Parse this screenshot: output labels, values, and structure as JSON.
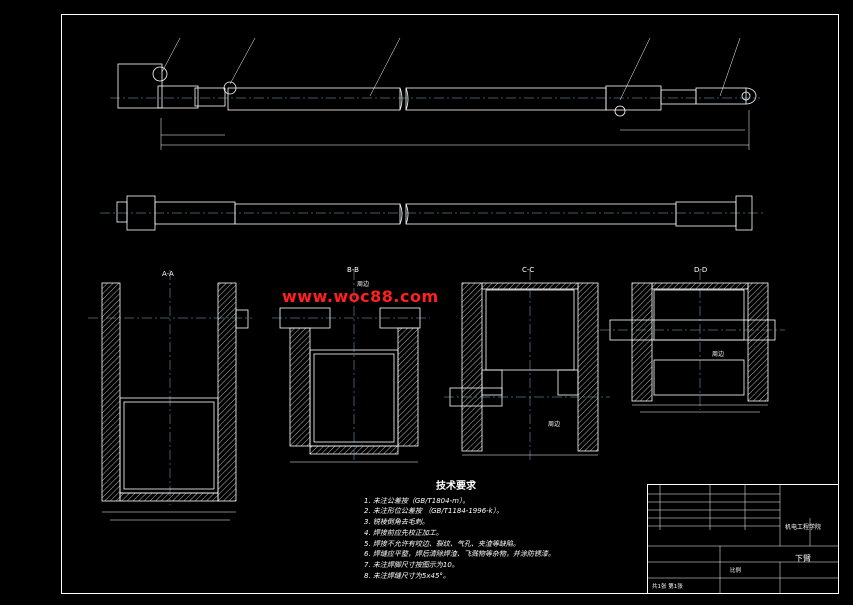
{
  "drawing": {
    "watermark": "www.woc88.com",
    "tech_requirements": {
      "title": "技术要求",
      "items": [
        "1. 未注公差按（GB/T1804-m）。",
        "2. 未注形位公差按 （GB/T1184-1996-k）。",
        "3. 锐棱倒角去毛刺。",
        "4. 焊接前应先校正加工。",
        "5. 焊接不允许有咬边、裂纹、气孔、夹渣等缺陷。",
        "6. 焊缝应平整，焊后清除焊渣、飞溅物等杂物，并涂防锈漆。",
        "7. 未注焊脚尺寸按图示为10。",
        "8. 未注焊缝尺寸为5x45°。"
      ]
    },
    "section_labels": [
      "A-A",
      "B-B",
      "C-C",
      "D-D"
    ],
    "part_labels": [
      "周边",
      "周边",
      "周边"
    ],
    "title_block": {
      "part_name": "下臂",
      "ratio_label": "比例",
      "school": "机电工程学院",
      "sheet_label": "共1张 第1张"
    },
    "colors": {
      "background": "#000000",
      "line": "#ffffff",
      "dim": "#9fd8ff",
      "watermark": "#ff2020",
      "hatch": "#ffffff"
    }
  }
}
